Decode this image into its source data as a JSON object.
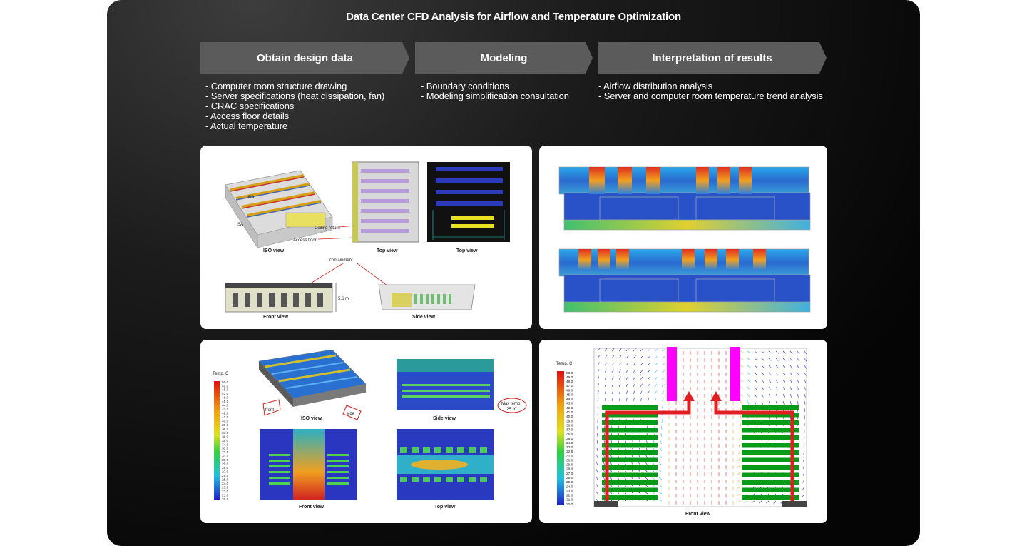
{
  "title": "Data Center CFD Analysis for Airflow and Temperature Optimization",
  "steps": [
    {
      "label": "Obtain design data",
      "items": [
        "- Computer room structure drawing",
        "- Server specifications (heat dissipation, fan)",
        "- CRAC specifications",
        "- Access floor details",
        "- Actual temperature"
      ]
    },
    {
      "label": "Modeling",
      "items": [
        "- Boundary conditions",
        "- Modeling simplification consultation"
      ]
    },
    {
      "label": "Interpretation of results",
      "items": [
        "- Airflow distribution analysis",
        "- Server and computer room temperature trend analysis"
      ]
    }
  ],
  "panel_model": {
    "iso_view": "ISO view",
    "top_view_1": "Top view",
    "top_view_2": "Top view",
    "front_view": "Front view",
    "side_view": "Side view",
    "ceiling_return": "Ceiling return",
    "access_floor": "Access floor",
    "containment": "containment",
    "ra": "RA",
    "sa": "SA",
    "height": "5.6 m"
  },
  "panel_temp": {
    "legend_title": "Temp, C",
    "iso_view": "ISO view",
    "side_view": "Side view",
    "front_view": "Front view",
    "top_view": "Top view",
    "front_tag": "front",
    "side_tag": "side",
    "max_temp_1": "Max temp.",
    "max_temp_2": "25 ℃"
  },
  "panel_vector": {
    "legend_title": "Temp, C",
    "front_view": "Front view"
  },
  "legend_values": [
    "50.0",
    "49.0",
    "48.0",
    "47.0",
    "46.0",
    "45.0",
    "44.0",
    "43.0",
    "42.0",
    "41.0",
    "40.0",
    "39.0",
    "38.0",
    "37.0",
    "36.0",
    "35.0",
    "34.0",
    "33.0",
    "32.5",
    "31.0",
    "30.0",
    "29.0",
    "28.0",
    "27.0",
    "26.0",
    "25.0",
    "24.0",
    "23.0",
    "22.0",
    "21.0",
    "20.0"
  ],
  "colors": {
    "frame_bg": "#111111",
    "step_bg": "#5b5b5b",
    "text": "#ffffff",
    "panel_bg": "#ffffff",
    "accent_red": "#e02020",
    "accent_magenta": "#ff00ff"
  }
}
